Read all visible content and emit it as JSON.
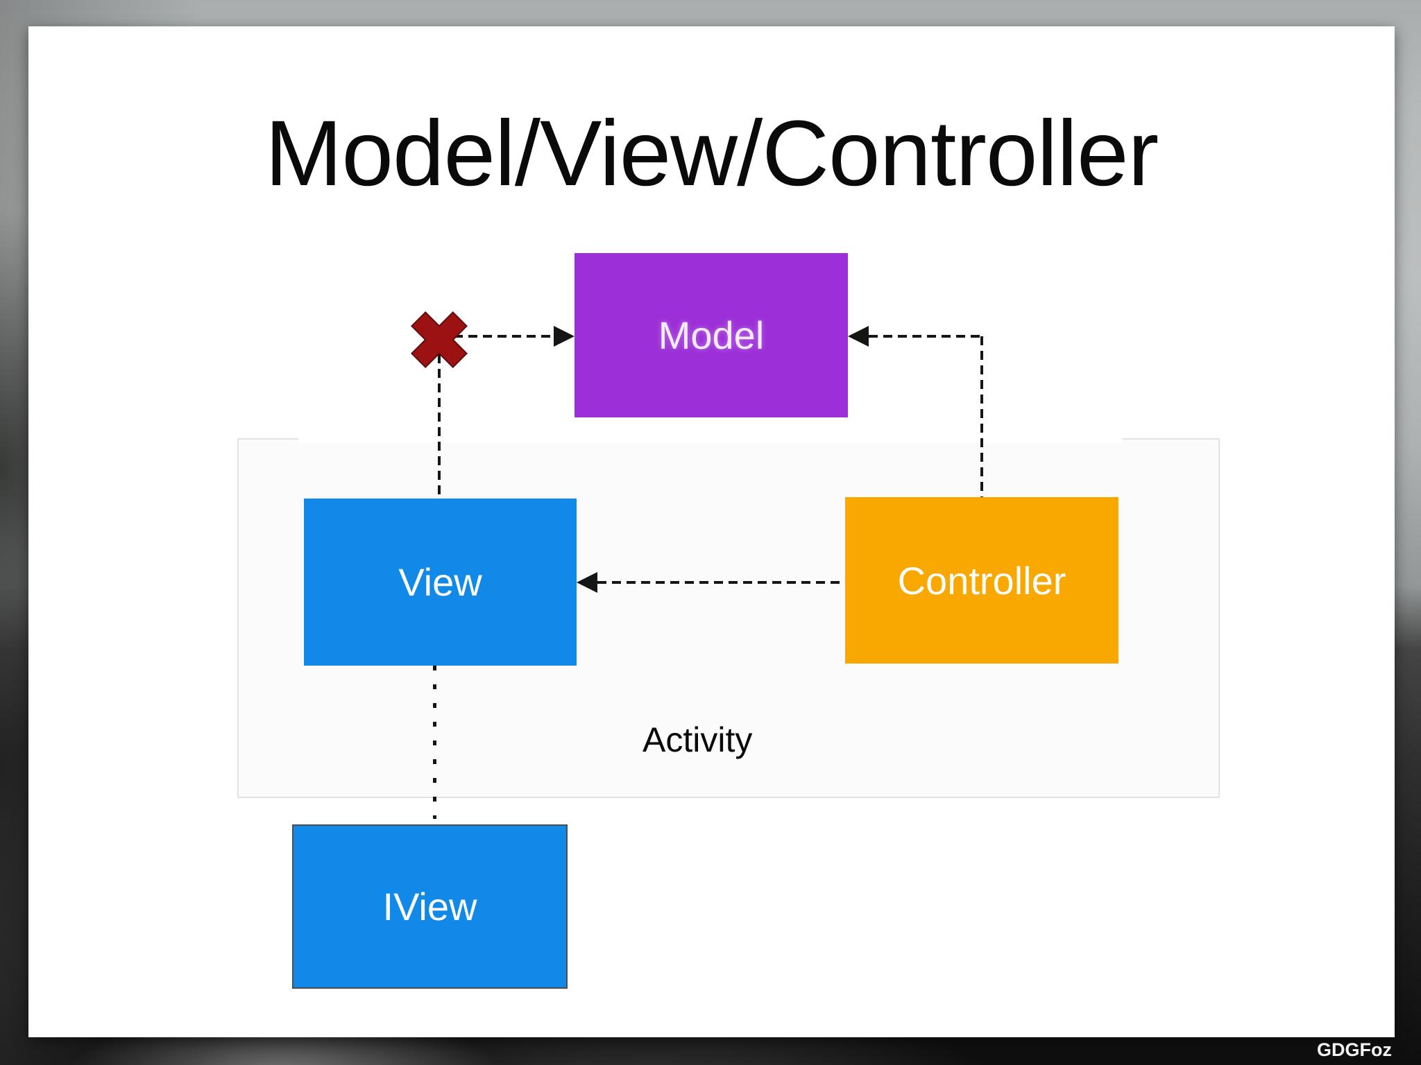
{
  "slide": {
    "title": "Model/View/Controller",
    "watermark": "GDGFoz"
  },
  "diagram": {
    "model": {
      "label": "Model",
      "color": "#9c2fd8"
    },
    "view": {
      "label": "View",
      "color": "#1189e8"
    },
    "controller": {
      "label": "Controller",
      "color": "#f8a800"
    },
    "iview": {
      "label": "IView",
      "color": "#1189e8"
    },
    "activity": {
      "label": "Activity"
    },
    "blocked_x_color": "#9c1212",
    "edges": [
      {
        "from": "View",
        "to": "Model",
        "style": "dashed",
        "blocked": true
      },
      {
        "from": "Controller",
        "to": "Model",
        "style": "dashed",
        "blocked": false
      },
      {
        "from": "Controller",
        "to": "View",
        "style": "dashed",
        "blocked": false
      },
      {
        "from": "View",
        "to": "IView",
        "style": "dotted",
        "blocked": false
      }
    ]
  }
}
